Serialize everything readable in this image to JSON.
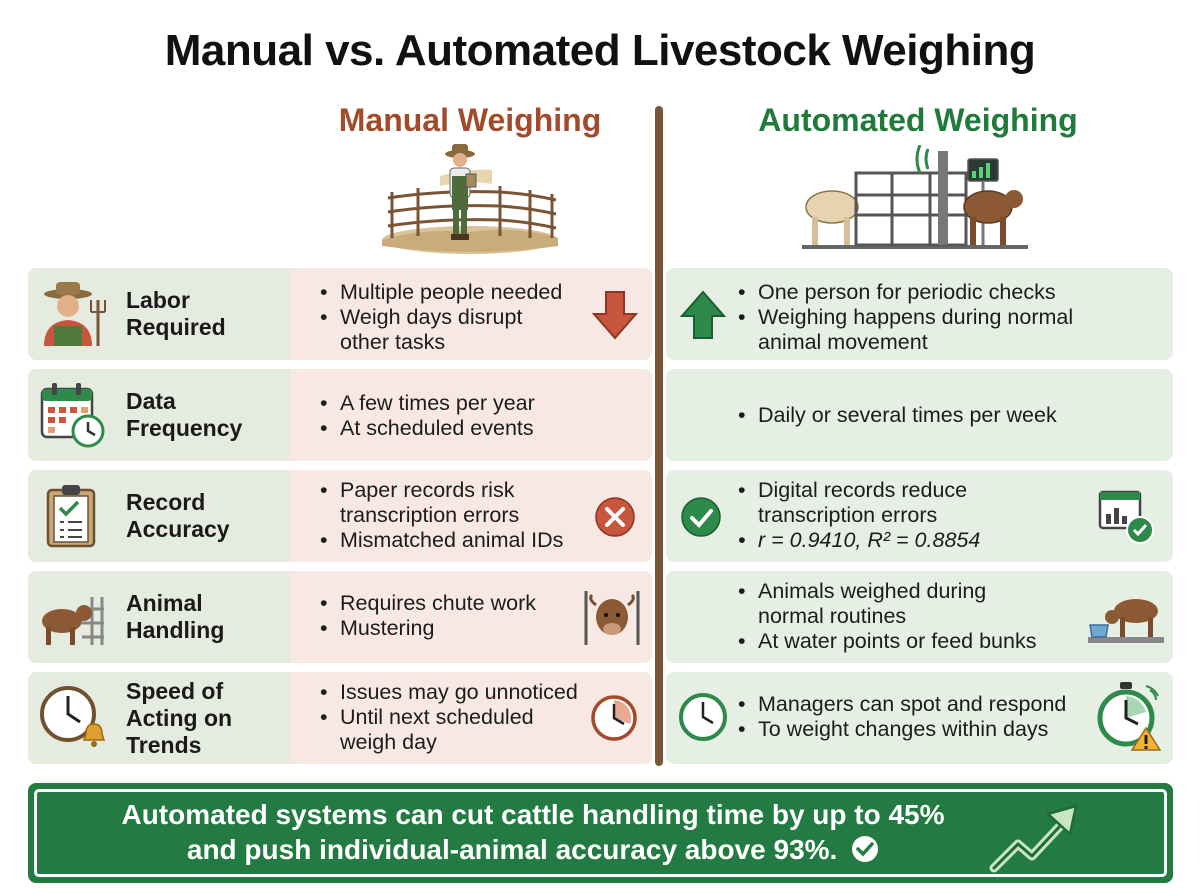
{
  "title": "Manual vs. Automated Livestock Weighing",
  "columns": {
    "manual": "Manual Weighing",
    "automated": "Automated Weighing"
  },
  "colors": {
    "manual_accent": "#a14b2c",
    "automated_accent": "#1f7a3c",
    "divider": "#7a5535",
    "callout_bg": "#237a42"
  },
  "rows": [
    {
      "label_line1": "Labor",
      "label_line2": "Required",
      "label_line3": "",
      "icon": "farmer-icon",
      "manual": [
        "Multiple people needed",
        "Weigh days disrupt",
        "other tasks"
      ],
      "manual_icon": "down-arrow-icon",
      "automated": [
        "One person for periodic checks",
        "Weighing happens during normal",
        "animal movement"
      ],
      "automated_icon": "up-arrow-icon"
    },
    {
      "label_line1": "Data",
      "label_line2": "Frequency",
      "label_line3": "",
      "icon": "calendar-clock-icon",
      "manual": [
        "A few times per year",
        "At scheduled events"
      ],
      "automated": [
        "Daily or several times per week"
      ]
    },
    {
      "label_line1": "Record",
      "label_line2": "Accuracy",
      "label_line3": "",
      "icon": "clipboard-icon",
      "manual": [
        "Paper records risk",
        "transcription errors",
        "Mismatched animal IDs"
      ],
      "manual_icon": "x-circle-icon",
      "automated": [
        "Digital records reduce",
        "transcription errors",
        "r = 0.9410, R² = 0.8854"
      ],
      "automated_icon": "check-circle-icon",
      "automated_icon2": "digital-chart-icon"
    },
    {
      "label_line1": "Animal",
      "label_line2": "Handling",
      "label_line3": "",
      "icon": "cow-gate-icon",
      "manual": [
        "Requires chute work",
        "Mustering"
      ],
      "manual_icon": "cow-chute-icon",
      "automated": [
        "Animals weighed during",
        "normal routines",
        "At water points or feed bunks"
      ],
      "automated_icon": "cow-scale-icon"
    },
    {
      "label_line1": "Speed of",
      "label_line2": "Acting on",
      "label_line3": "Trends",
      "icon": "clock-bell-icon",
      "manual": [
        "Issues may go unnoticed",
        "Until next scheduled",
        "weigh day"
      ],
      "manual_icon": "slow-clock-icon",
      "automated": [
        "Managers can spot and respond",
        "To weight changes within days"
      ],
      "automated_icon": "green-clock-icon",
      "automated_icon2": "stopwatch-alert-icon"
    }
  ],
  "callout": {
    "line1": "Automated systems can cut cattle handling time by up to 45%",
    "line2": "and push individual-animal accuracy above 93%.",
    "icon": "trend-up-icon"
  }
}
